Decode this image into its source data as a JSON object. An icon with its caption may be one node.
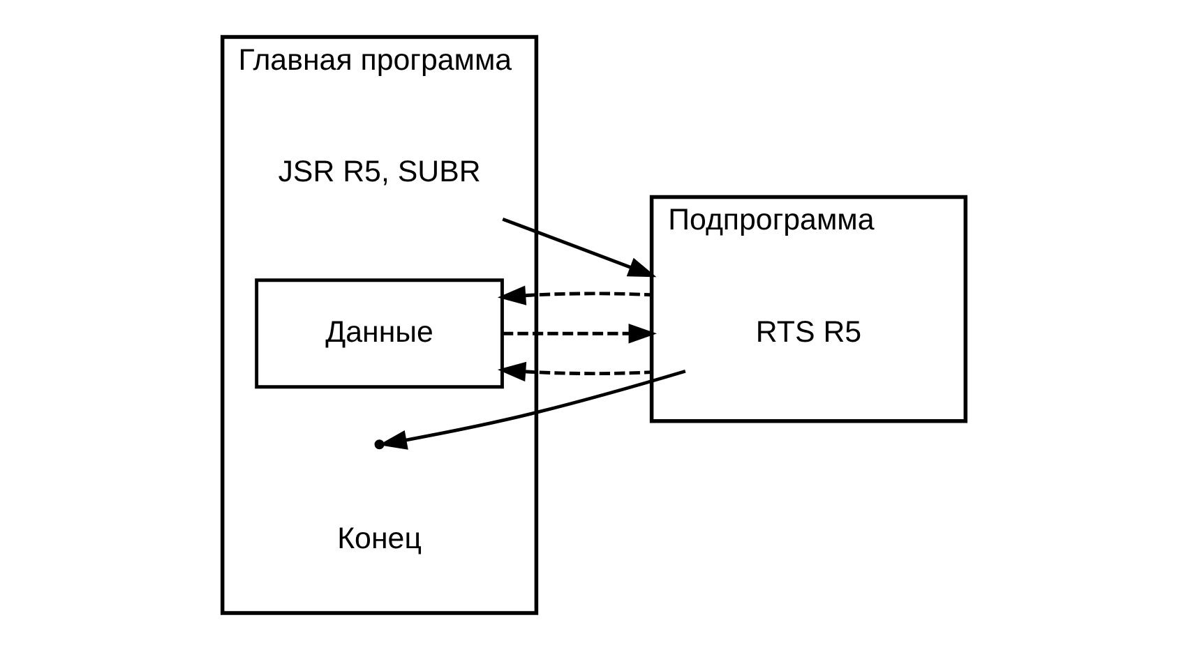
{
  "diagram": {
    "nodes": [
      {
        "text": [
          "Главная программа"
        ]
      },
      {
        "text": [
          "JSR R5, SUBR"
        ],
        "in": 0
      },
      {
        "text": [
          "Данные"
        ],
        "in": 0
      },
      {
        "text": [
          "Подпрограмма"
        ]
      },
      {
        "text": [
          "RTS R5"
        ],
        "in": 3
      }
    ],
    "edges": [
      {
        "from": 1,
        "to": 3,
        "arrow": "to"
      },
      {
        "from": 3,
        "to": 2,
        "arrow": "to",
        "style": "dashed"
      },
      {
        "from": 2,
        "to": 3,
        "arrow": "to",
        "style": "dashed"
      },
      {
        "from": 3,
        "to": 2,
        "arrow": "to",
        "style": "dashed"
      },
      {
        "from": 4,
        "to": 0,
        "arrow": "to"
      }
    ],
    "labels": [
      "Конец"
    ]
  }
}
